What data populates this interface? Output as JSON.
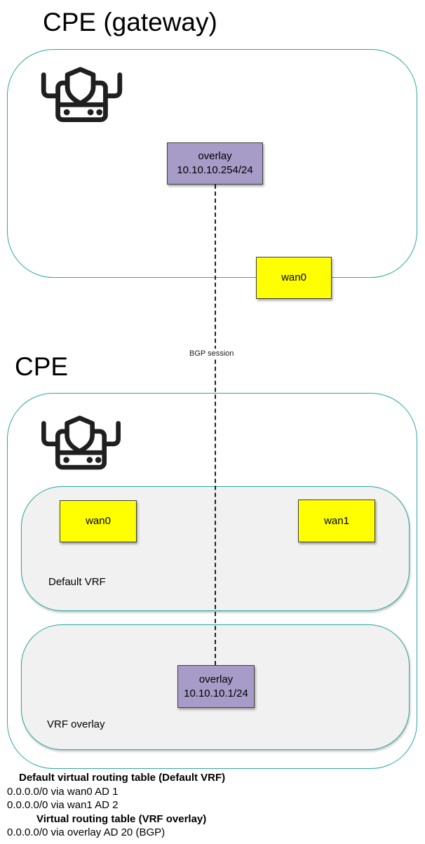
{
  "diagram": {
    "gateway": {
      "title": "CPE (gateway)",
      "overlay_box": {
        "line1": "overlay",
        "line2": "10.10.10.254/24"
      },
      "wan0_box": "wan0"
    },
    "bgp_link_label": "BGP session",
    "cpe": {
      "title": "CPE",
      "default_vrf": {
        "label": "Default VRF",
        "wan0_box": "wan0",
        "wan1_box": "wan1"
      },
      "vrf_overlay": {
        "label": "VRF overlay",
        "overlay_box": {
          "line1": "overlay",
          "line2": "10.10.10.1/24"
        }
      }
    },
    "routing": {
      "default_heading": "Default virtual routing table (Default VRF)",
      "default_routes": [
        "0.0.0.0/0 via wan0 AD 1",
        "0.0.0.0/0 via wan1 AD 2"
      ],
      "overlay_heading": "Virtual routing table (VRF overlay)",
      "overlay_routes": [
        "0.0.0.0/0 via overlay AD 20 (BGP)"
      ]
    },
    "icons": {
      "router": "router-shield-icon"
    },
    "colors": {
      "teal_border": "#2ca89b",
      "panel_fill": "#f1f1f1",
      "interface_yellow": "#ffff00",
      "overlay_purple": "#a79cc8",
      "box_border": "#3f3f3f",
      "line_color": "#1f1f1f"
    }
  }
}
